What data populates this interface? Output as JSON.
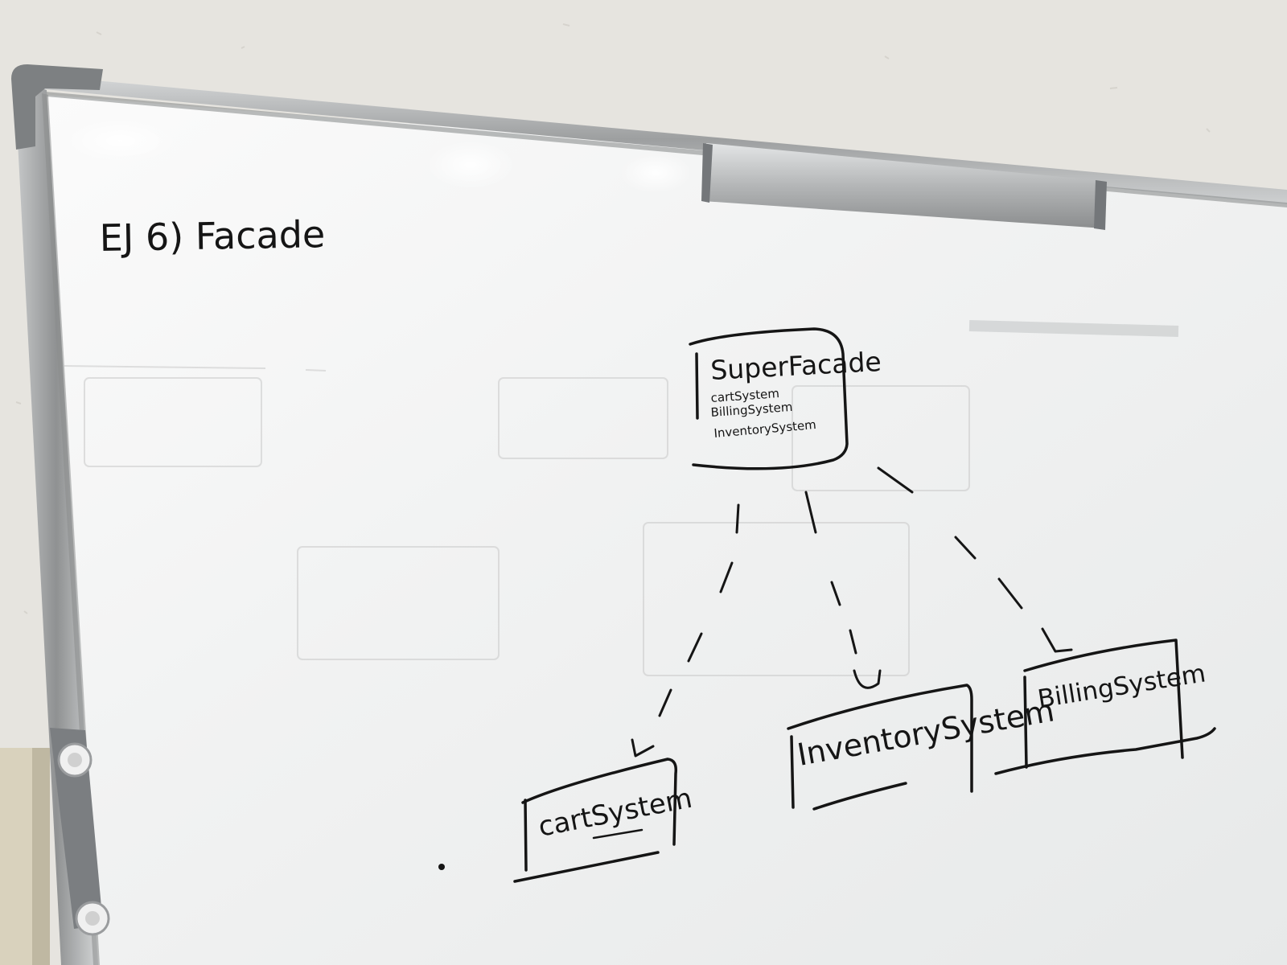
{
  "whiteboard": {
    "title": "EJ 6) Facade",
    "colors": {
      "wall": "#e6e4df",
      "board": "#f4f5f5",
      "frame": "#a9acae",
      "marker": "#151515"
    }
  },
  "diagram": {
    "facade": {
      "name": "SuperFacade",
      "attributes": [
        "cartSystem",
        "BillingSystem",
        "InventorySystem"
      ]
    },
    "subsystems": {
      "cart": "cartSystem",
      "inventory": "InventorySystem",
      "billing": "BillingSystem"
    }
  }
}
